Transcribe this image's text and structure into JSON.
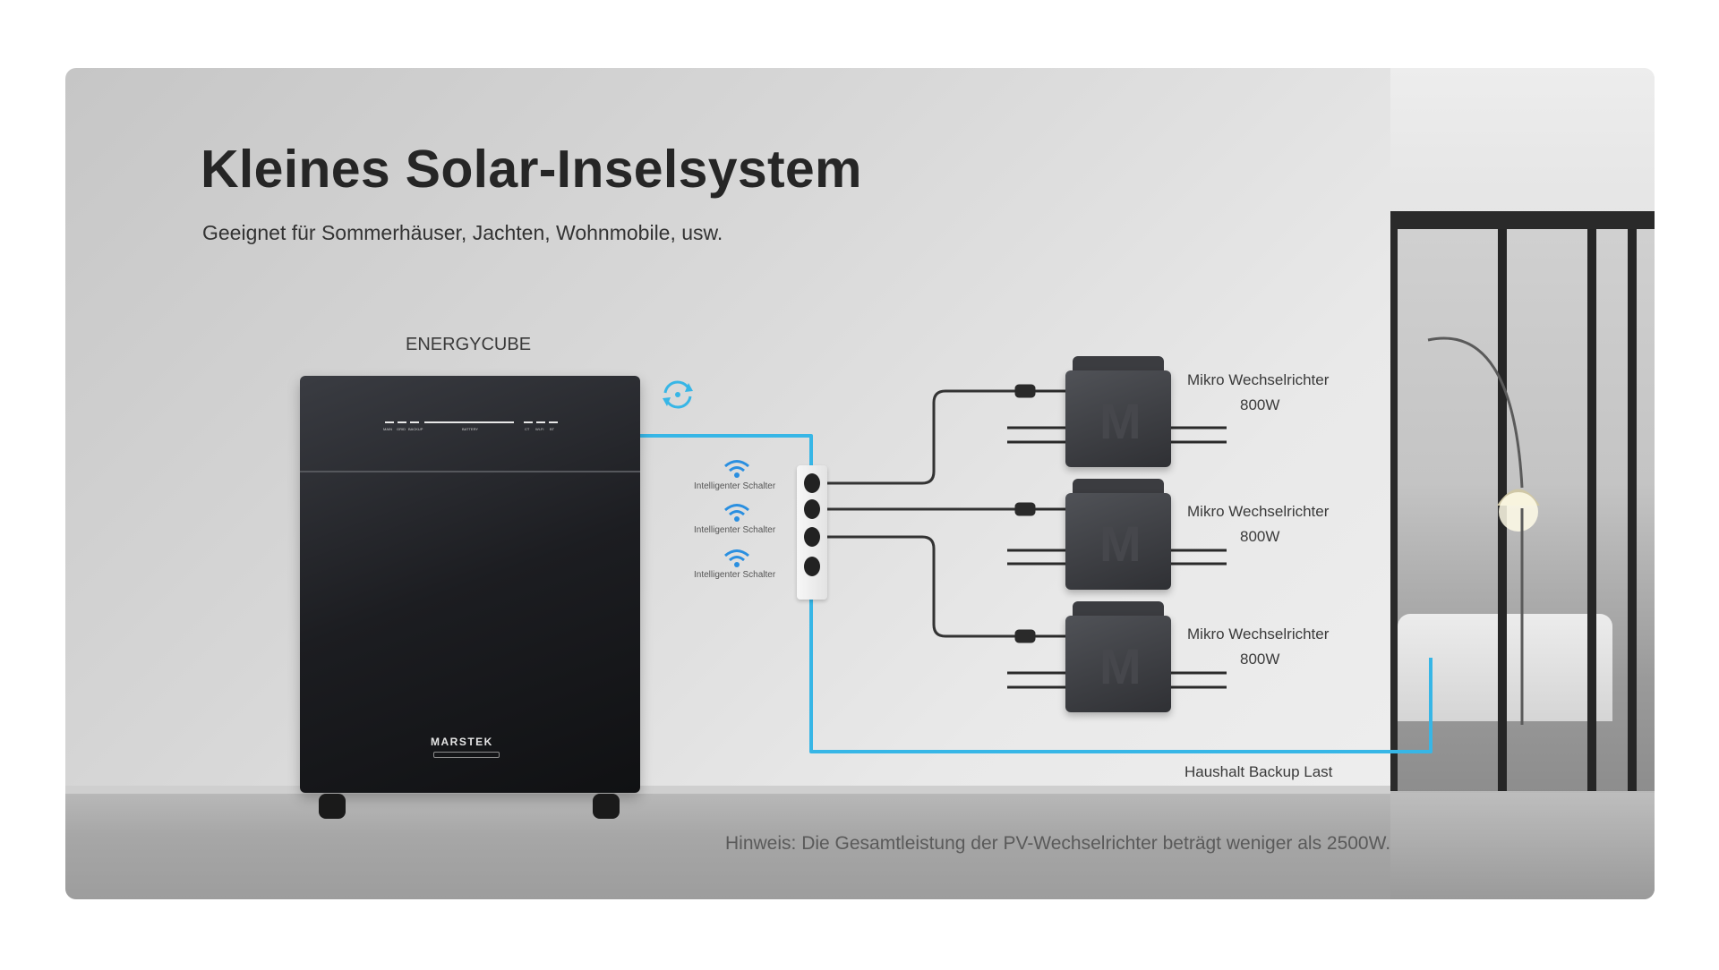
{
  "header": {
    "title": "Kleines Solar-Inselsystem",
    "subtitle": "Geeignet für Sommerhäuser, Jachten, Wohnmobile, usw."
  },
  "battery": {
    "label": "ENERGYCUBE",
    "brand": "MARSTEK",
    "indicators_left": [
      "MAIN",
      "GRID",
      "BACKUP"
    ],
    "indicator_center": "BATTERY",
    "indicators_right": [
      "CT",
      "Wi-Fi",
      "BT"
    ]
  },
  "smart_switches": [
    {
      "label": "Intelligenter Schalter"
    },
    {
      "label": "Intelligenter Schalter"
    },
    {
      "label": "Intelligenter Schalter"
    }
  ],
  "inverters": [
    {
      "label": "Mikro Wechselrichter",
      "power": "800W",
      "logo": "M"
    },
    {
      "label": "Mikro Wechselrichter",
      "power": "800W",
      "logo": "M"
    },
    {
      "label": "Mikro Wechselrichter",
      "power": "800W",
      "logo": "M"
    }
  ],
  "load": {
    "label": "Haushalt Backup Last"
  },
  "note": "Hinweis: Die Gesamtleistung der PV-Wechselrichter beträgt weniger als 2500W.",
  "colors": {
    "accent_blue": "#37b6e6",
    "wifi_blue": "#2a8fe0",
    "title": "#262626",
    "device_dark": "#1c1d21"
  },
  "icons": {
    "sync": "sync-icon",
    "wifi": "wifi-icon"
  }
}
